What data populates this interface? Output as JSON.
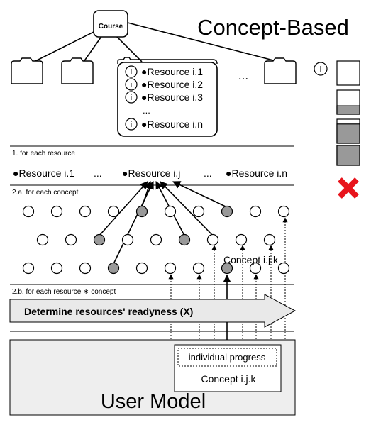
{
  "title": "Concept-Based",
  "course_label": "Course",
  "ellipsis": "...",
  "resource_panel": {
    "items": [
      {
        "info": "i",
        "label": "●Resource i.1"
      },
      {
        "info": "i",
        "label": "●Resource i.2"
      },
      {
        "info": "i",
        "label": "●Resource i.3"
      },
      {
        "info": "i",
        "label": "●Resource i.n"
      }
    ],
    "dots": "..."
  },
  "legend": {
    "info_label": "i",
    "boxes": [
      {
        "fill_fraction": 0
      },
      {
        "fill_fraction": 0.35
      },
      {
        "fill_fraction": 0.8
      },
      {
        "fill_fraction": 1
      }
    ],
    "cross_color": "#e8141c"
  },
  "section1": {
    "heading": "1. for each resource",
    "resources": [
      "●Resource i.1",
      "...",
      "●Resource i.j",
      "...",
      "●Resource i.n"
    ]
  },
  "section2a": {
    "heading": "2.a. for each concept",
    "concept_label": "Concept i.j.k"
  },
  "section2b": {
    "heading": "2.b. for each resource ∗ concept",
    "arrow_label": "Determine resources' readyness (X)"
  },
  "user_model": {
    "title": "User Model",
    "progress_label": "individual progress",
    "concept_label": "Concept i.j.k"
  },
  "colors": {
    "gray_fill": "#999999",
    "user_model_bg": "#eeeeee",
    "arrow_bg": "#e9e9e9"
  }
}
